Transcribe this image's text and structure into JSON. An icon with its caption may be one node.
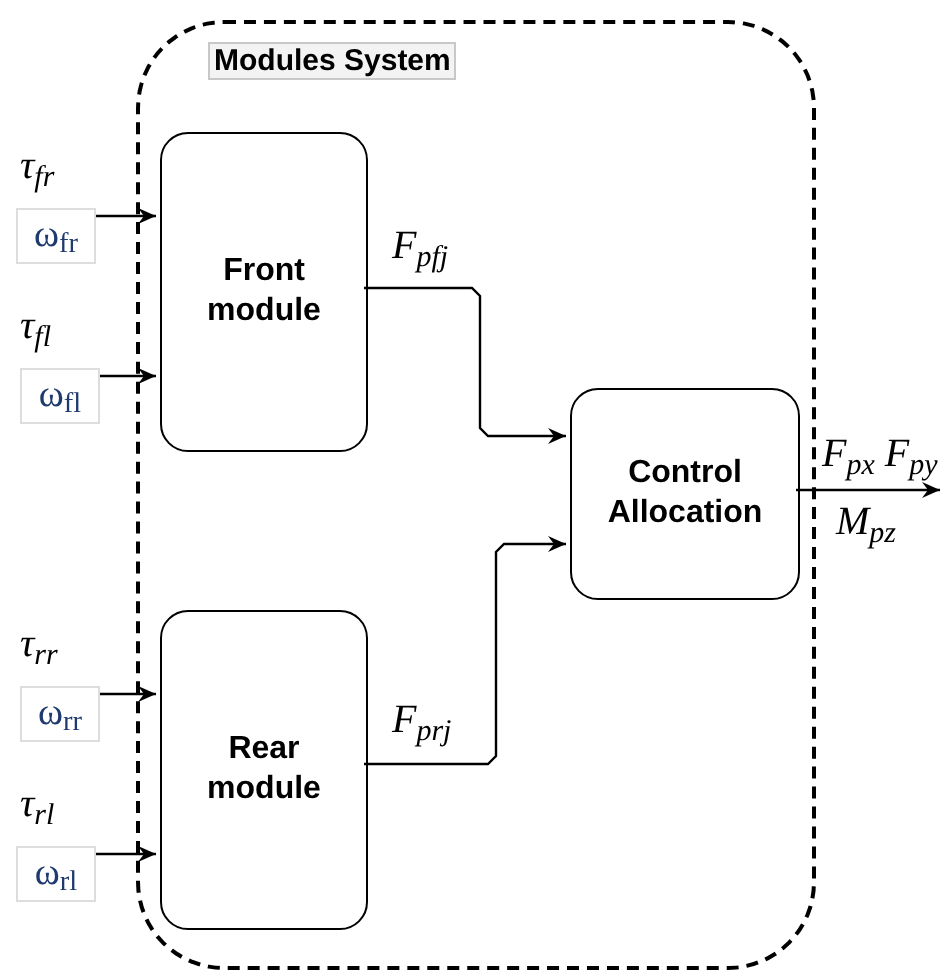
{
  "diagram": {
    "nodes": [
      {
        "text": [
          "Modules System"
        ]
      },
      {
        "text": [
          "Front module"
        ],
        "in": 0
      },
      {
        "text": [
          "Rear module"
        ],
        "in": 0
      },
      {
        "text": [
          "Control Allocation"
        ],
        "in": 0
      },
      {
        "text": [
          "ω$_{fr}$"
        ]
      },
      {
        "text": [
          "ω$_{fl}$"
        ]
      },
      {
        "text": [
          "ω$_{rr}$"
        ]
      },
      {
        "text": [
          "ω$_{rl}$"
        ]
      }
    ],
    "edges": [
      {
        "from": 4,
        "to": 1,
        "arrow": "to",
        "label": "τ$_{fr}$"
      },
      {
        "from": 5,
        "to": 1,
        "arrow": "to",
        "label": "τ$_{fl}$"
      },
      {
        "from": 6,
        "to": 2,
        "arrow": "to",
        "label": "τ$_{rr}$"
      },
      {
        "from": 7,
        "to": 2,
        "arrow": "to",
        "label": "τ$_{rl}$"
      },
      {
        "from": 1,
        "to": 3,
        "arrow": "to",
        "label": "F$_{pfj}$"
      },
      {
        "from": 2,
        "to": 3,
        "arrow": "to",
        "label": "F$_{prj}$"
      },
      {
        "from": 3,
        "to": null,
        "arrow": "to",
        "label": "F$_{px}$ F$_{py}$"
      }
    ],
    "labels": [
      "M$_{pz}$"
    ]
  }
}
